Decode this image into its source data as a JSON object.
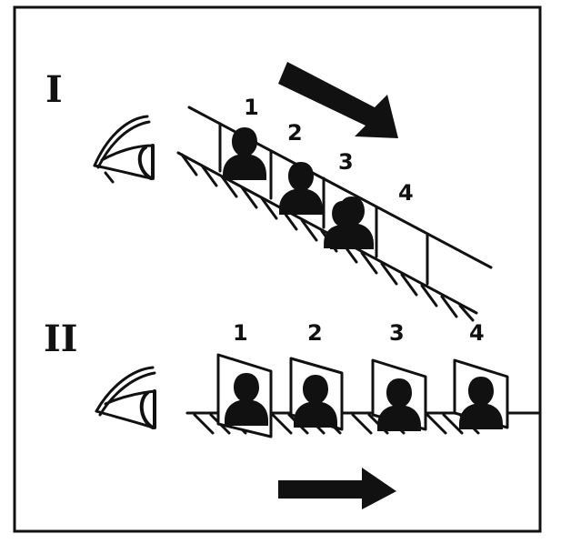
{
  "panels": [
    {
      "label": "I",
      "frame_numbers": [
        "1",
        "2",
        "3",
        "4"
      ],
      "arrow_icon": "right-arrow-icon",
      "eye_icon": "eye-icon"
    },
    {
      "label": "II",
      "frame_numbers": [
        "1",
        "2",
        "3",
        "4"
      ],
      "arrow_icon": "right-arrow-icon",
      "eye_icon": "eye-icon"
    }
  ],
  "colors": {
    "ink": "#111111",
    "paper": "#ffffff"
  }
}
